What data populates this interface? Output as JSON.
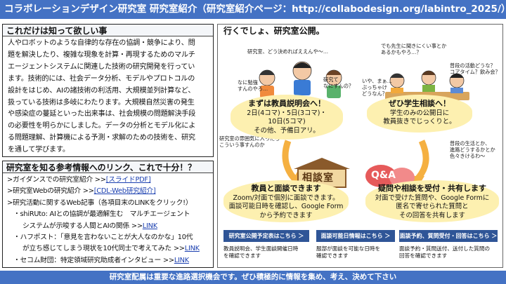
{
  "header": {
    "title": "コラボレーションデザイン研究室 研究室紹介（研究室紹介ページ：http://collabodesign.org/labintro_2025/）"
  },
  "intro": {
    "title": "これだけは知って欲しい事",
    "lines": [
      "人やロボットのような自律的な存在の協調・競争により、問",
      "題を解決したり、複雑な現象を計算・再現するためのマルチ",
      "エージェントシステムに関連した技術の研究開発を行ってい",
      "ます。技術的には、社会データ分析、モデルやプロトコルの",
      "設計をはじめ、AIの諸技術の利活用、大規模並列計算など、",
      "扱っている技術は多岐にわたります。大規模自然災害の発生",
      "や感染症の蔓延といった出来事は、社会規模の問題解決手段",
      "の必要性を明らかにしました。データの分析とモデル化によ",
      "る問題理解、計算機による予測・求解のための技術を、研究",
      "を通して学びます。"
    ]
  },
  "links": {
    "title": "研究室を知る参考情報へのリンク、これで十分！？",
    "items": [
      {
        "text": ">ガイダンスでの研究室紹介 >>",
        "link": "[スライドPDF]",
        "level": "top"
      },
      {
        "text": ">研究室Webの研究紹介 >>",
        "link": "[CDL-Web研究紹介]",
        "level": "top"
      },
      {
        "text": ">研究活動に関するWeb記事（各項目末のLINKをクリック!）",
        "link": "",
        "level": "top"
      },
      {
        "text": "・shiRUto: AIとの協調が最適解生む　マルチエージェント",
        "link": "",
        "level": "sub"
      },
      {
        "text": "システムが示唆する人間とAIの関係 >>",
        "link": "LINK",
        "level": "subcont"
      },
      {
        "text": "・ハフポスト：「意見を言わないことが大人なのかな」10代",
        "link": "",
        "level": "sub"
      },
      {
        "text": "が立ち感じてしまう現状を10代同士で考えてみた >>",
        "link": "LINK",
        "level": "subcont"
      },
      {
        "text": "・セコム財団：特定領域研究助成者インタビュー >>",
        "link": "LINK",
        "level": "sub"
      }
    ]
  },
  "visit": {
    "title": "行くでしょ、研究室公開。",
    "left_bubble": {
      "title": "まずは教員説明会へ！",
      "lines": [
        "2日(4コマ)・5日(3コマ)・",
        "10日(5コマ)",
        "その他、予備日アリ。"
      ]
    },
    "right_bubble": {
      "title": "ぜひ学生相談へ！",
      "lines": [
        "学生のみの公開日に",
        "教員抜きでじっくりと。"
      ]
    },
    "left_bottom": {
      "title": "教員と面談できます",
      "lines": [
        "Zoom/対面で個別に面談できます。",
        "面談可能日時を確認し、Google Form",
        "から予約できます"
      ]
    },
    "right_bottom": {
      "title": "疑問や相談を受付・共有します",
      "lines": [
        "対面で受けた質問や、Google Formに",
        "匿名で寄せられた質問と",
        "その回答を共有します"
      ]
    },
    "sign_left": "相談室",
    "sign_right": "Q&A",
    "speech": {
      "s1": "研究室、どう決めればええんや〜…",
      "s2": "なに勉強\nすんのやろ…",
      "s3": "研究て\nなにすんの？",
      "s4": "でも先生に聞きにくい事とか\nあるかもやろ…？",
      "s5": "普段の活動どうな？\nコアタイム？飲み会？",
      "s6": "いや、まぁ…\nぶっちゃけ\nどうなん？",
      "s7": "研究室の雰囲気に入ったら\nこういう事すんのか",
      "s8": "普段の生活とか、\n進路どうするかとか\n色々きけるわ〜"
    },
    "cta": [
      {
        "label": "研究室公開予定表はこちら ＞",
        "desc": [
          "教員説明会、学生面談開催日時",
          "を確認できます"
        ]
      },
      {
        "label": "面談可能日情報はこちら ＞",
        "desc": [
          "服部が面談を可能な日時を",
          "確認できます"
        ]
      }
    ],
    "cta3": {
      "label": "面談予約、質問受付・回答はこちら ＞",
      "desc": [
        "面談予約・質問送付、送付した質問の",
        "回答を確認できます"
      ]
    }
  },
  "footer": {
    "text": "研究室配属は重要な進路選択機会です。ぜひ積極的に情報を集め、考え、決めて下さい"
  },
  "colors": {
    "header": "#4472c4",
    "bubble": "#fdf0b0",
    "arrow": "#f5b041",
    "cta": "#2f5597",
    "qa": "#e65a5a"
  }
}
